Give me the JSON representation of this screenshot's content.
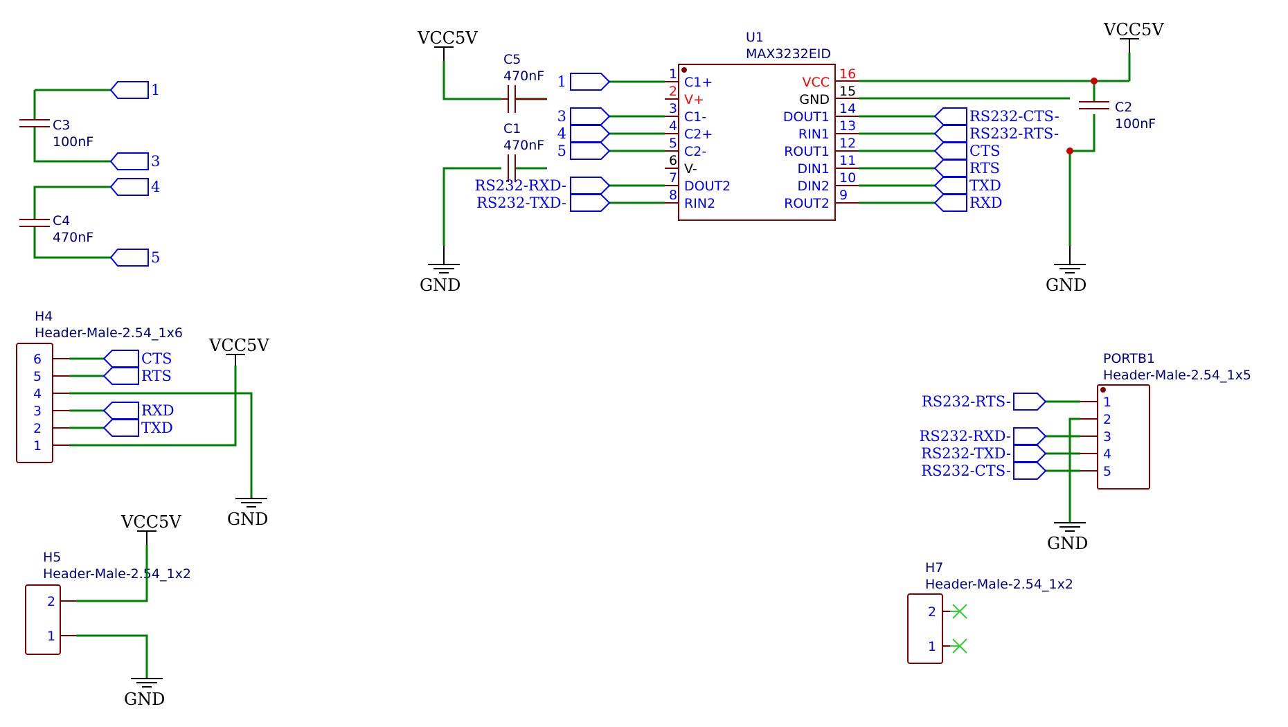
{
  "schematic": {
    "u1": {
      "designator": "U1",
      "part": "MAX3232EID",
      "left_pins": [
        {
          "num": "1",
          "name": "C1+"
        },
        {
          "num": "2",
          "name": "V+"
        },
        {
          "num": "3",
          "name": "C1-"
        },
        {
          "num": "4",
          "name": "C2+"
        },
        {
          "num": "5",
          "name": "C2-"
        },
        {
          "num": "6",
          "name": "V-"
        },
        {
          "num": "7",
          "name": "DOUT2"
        },
        {
          "num": "8",
          "name": "RIN2"
        }
      ],
      "right_pins": [
        {
          "num": "16",
          "name": "VCC"
        },
        {
          "num": "15",
          "name": "GND"
        },
        {
          "num": "14",
          "name": "DOUT1"
        },
        {
          "num": "13",
          "name": "RIN1"
        },
        {
          "num": "12",
          "name": "ROUT1"
        },
        {
          "num": "11",
          "name": "DIN1"
        },
        {
          "num": "10",
          "name": "DIN2"
        },
        {
          "num": "9",
          "name": "ROUT2"
        }
      ],
      "left_flags": [
        "1",
        "3",
        "4",
        "5",
        "RS232-RXD-",
        "RS232-TXD-"
      ],
      "right_flags": [
        "RS232-CTS-",
        "RS232-RTS-",
        "CTS",
        "RTS",
        "TXD",
        "RXD"
      ]
    },
    "c5": {
      "designator": "C5",
      "value": "470nF"
    },
    "c1": {
      "designator": "C1",
      "value": "470nF"
    },
    "c2": {
      "designator": "C2",
      "value": "100nF"
    },
    "c3": {
      "designator": "C3",
      "value": "100nF",
      "flags": [
        "1",
        "3"
      ]
    },
    "c4": {
      "designator": "C4",
      "value": "470nF",
      "flags": [
        "4",
        "5"
      ]
    },
    "power": {
      "vcc": "VCC5V",
      "gnd": "GND"
    },
    "h4": {
      "designator": "H4",
      "part": "Header-Male-2.54_1x6",
      "pins": [
        "6",
        "5",
        "4",
        "3",
        "2",
        "1"
      ],
      "flags": [
        "CTS",
        "RTS",
        "RXD",
        "TXD"
      ]
    },
    "h5": {
      "designator": "H5",
      "part": "Header-Male-2.54_1x2",
      "pins": [
        "2",
        "1"
      ]
    },
    "portb1": {
      "designator": "PORTB1",
      "part": "Header-Male-2.54_1x5",
      "pins": [
        "1",
        "2",
        "3",
        "4",
        "5"
      ],
      "flags": [
        "RS232-RTS-",
        "RS232-RXD-",
        "RS232-TXD-",
        "RS232-CTS-"
      ]
    },
    "h7": {
      "designator": "H7",
      "part": "Header-Male-2.54_1x2",
      "pins": [
        "2",
        "1"
      ]
    }
  },
  "colors": {
    "wire": "#008000",
    "part": "#800000",
    "net_label": "#0000ff",
    "power_pin": "#ff0000",
    "no_connect": "#33cc33",
    "junction": "#cc0000"
  }
}
